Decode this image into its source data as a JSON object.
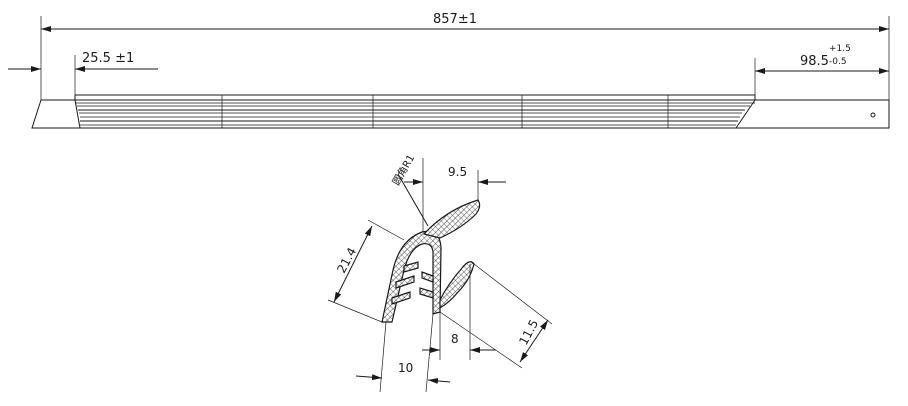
{
  "dimensions": {
    "overall_length": "857±1",
    "left_offset": "25.5 ±1",
    "right_offset_main": "98.5",
    "right_offset_upper_tol": "+1.5",
    "right_offset_lower_tol": "-0.5",
    "radius_label": "圆角R1",
    "top_lip_width": "9.5",
    "profile_height": "21.4",
    "lower_lip_height": "11.5",
    "inner_gap": "8",
    "base_width": "10"
  }
}
